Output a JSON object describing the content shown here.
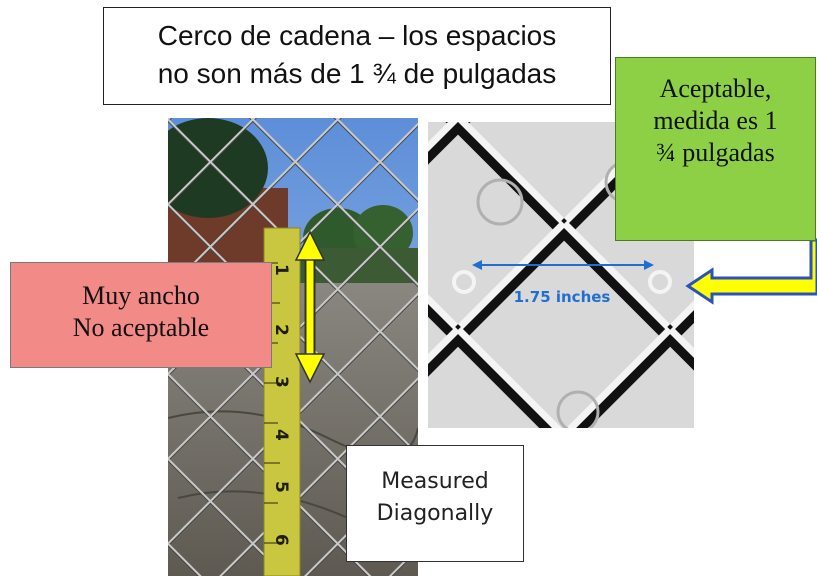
{
  "title": {
    "line1": "Cerco de cadena – los espacios",
    "line2": "no son más de 1 ¾ de pulgadas"
  },
  "red_label": {
    "line1": "Muy ancho",
    "line2": "No aceptable",
    "color": "#f28b88"
  },
  "green_label": {
    "line1": "Aceptable,",
    "line2": "medida es 1",
    "line3": "¾ pulgadas",
    "color": "#8dcf45"
  },
  "measured_label": {
    "line1": "Measured",
    "line2": "Diagonally"
  },
  "mesh_measurement": "1.75 inches",
  "tape_numbers": [
    "1",
    "2",
    "3",
    "4",
    "5",
    "6"
  ],
  "colors": {
    "yellow_arrow": "#ffff00",
    "blue_outline": "#2a52be",
    "mesh_text": "#1f6fd0"
  }
}
